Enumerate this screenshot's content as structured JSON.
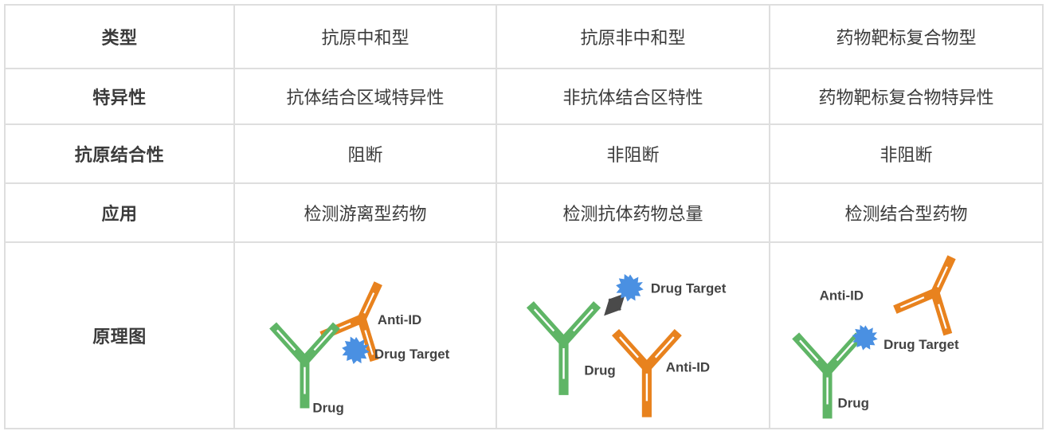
{
  "table": {
    "columns": [
      "",
      "抗原中和型",
      "抗原非中和型",
      "药物靶标复合物型"
    ],
    "rows": [
      {
        "label": "类型",
        "values": [
          "抗原中和型",
          "抗原非中和型",
          "药物靶标复合物型"
        ]
      },
      {
        "label": "特异性",
        "values": [
          "抗体结合区域特异性",
          "非抗体结合区特性",
          "药物靶标复合物特异性"
        ]
      },
      {
        "label": "抗原结合性",
        "values": [
          "阻断",
          "非阻断",
          "非阻断"
        ]
      },
      {
        "label": "应用",
        "values": [
          "检测游离型药物",
          "检测抗体药物总量",
          "检测结合型药物"
        ]
      },
      {
        "label": "原理图",
        "values": [
          "",
          "",
          ""
        ]
      }
    ]
  },
  "diagrams": [
    {
      "name": "antigen-neutralizing-diagram",
      "labels": {
        "anti_id": "Anti-ID",
        "drug_target": "Drug Target",
        "drug": "Drug"
      },
      "elements": [
        "drug-antibody-green",
        "anti-id-antibody-orange",
        "drug-target-star-blue"
      ],
      "arrow": false
    },
    {
      "name": "antigen-non-neutralizing-diagram",
      "labels": {
        "drug_target": "Drug Target",
        "drug": "Drug",
        "anti_id": "Anti-ID"
      },
      "elements": [
        "drug-antibody-green",
        "anti-id-antibody-orange",
        "drug-target-star-blue",
        "double-arrow"
      ],
      "arrow": true
    },
    {
      "name": "drug-target-complex-diagram",
      "labels": {
        "anti_id": "Anti-ID",
        "drug_target": "Drug Target",
        "drug": "Drug"
      },
      "elements": [
        "drug-antibody-green",
        "anti-id-antibody-orange",
        "drug-target-star-blue"
      ],
      "arrow": false
    }
  ],
  "colors": {
    "orange": "#E8821E",
    "green": "#5FB566",
    "blue": "#4A90E2",
    "border": "#dedede",
    "label_text": "#434343",
    "header_text": "#333333",
    "background": "#ffffff"
  }
}
